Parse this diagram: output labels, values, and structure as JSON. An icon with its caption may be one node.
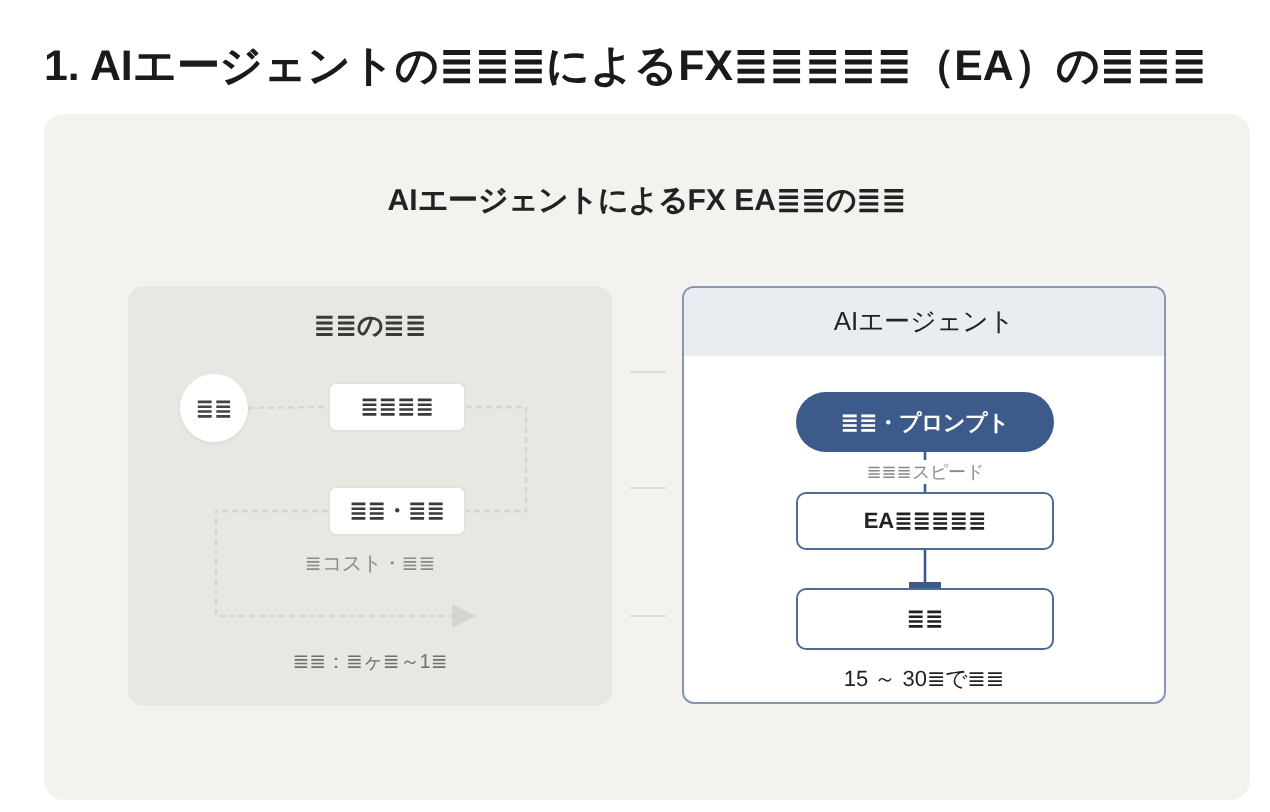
{
  "diagram": {
    "title": "1. AIエージェントの≣≣≣によるFX≣≣≣≣≣（EA）の≣≣≣",
    "nodes": [
      {
        "text": [
          "AIエージェントによるFX EA≣≣の≣≣"
        ]
      },
      {
        "text": [
          "≣≣の≣≣"
        ],
        "in": 0
      },
      {
        "text": [
          "≣≣"
        ],
        "in": 1
      },
      {
        "text": [
          "≣≣≣≣"
        ],
        "in": 1
      },
      {
        "text": [
          "≣≣・≣≣"
        ],
        "in": 1
      },
      {
        "text": [
          "AIエージェント"
        ],
        "in": 0
      },
      {
        "text": [
          "≣≣・プロンプト"
        ],
        "in": 5
      },
      {
        "text": [
          "EA≣≣≣≣≣"
        ],
        "in": 5
      },
      {
        "text": [
          "≣≣"
        ],
        "in": 5
      }
    ],
    "edges": [
      {
        "from": 2,
        "to": 3,
        "arrow": "none",
        "style": "dashed"
      },
      {
        "from": 3,
        "to": 4,
        "arrow": "none",
        "style": "dashed"
      },
      {
        "from": 4,
        "to": null,
        "arrow": "to",
        "style": "dashed"
      },
      {
        "from": 6,
        "to": 7,
        "arrow": "none",
        "label": "≣≣≣スピード",
        "color": "#3d5b8a"
      },
      {
        "from": 7,
        "to": 8,
        "arrow": "other",
        "color": "#3d5b8a"
      }
    ],
    "labels": [
      "≣コスト・≣≣",
      "≣≣：≣ヶ≣～1≣",
      "15 ～ 30≣で≣≣"
    ]
  }
}
